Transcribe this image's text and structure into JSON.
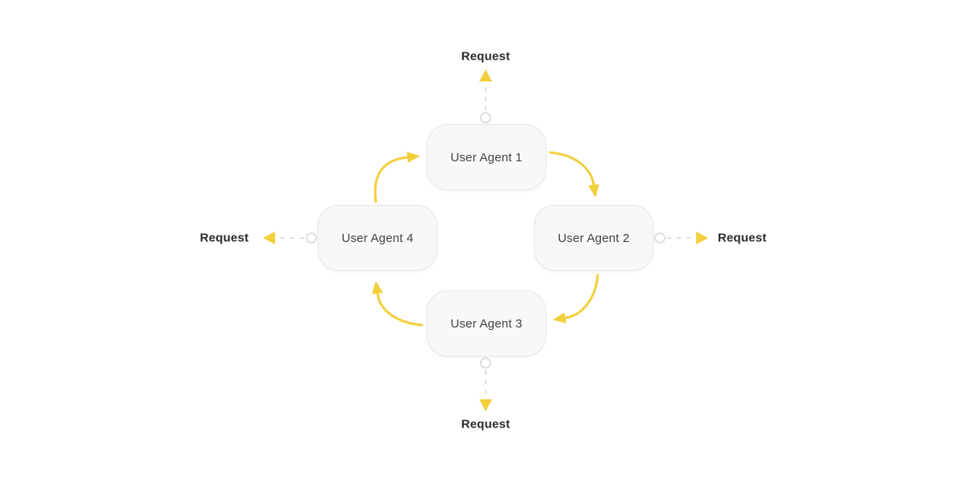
{
  "colors": {
    "canvas_bg": "#ffffff",
    "node_fill": "#f8f8f8",
    "node_border": "#e6e6e6",
    "node_text": "#424242",
    "request_text": "#2a2a2a",
    "flow_yellow": "#f2cf3d",
    "dash_gray": "#dedede",
    "endpoint_stroke": "#e0e0e0",
    "endpoint_fill": "#ffffff"
  },
  "diagram": {
    "type": "agent-cycle-flow",
    "nodes": [
      {
        "label": "User Agent 1"
      },
      {
        "label": "User Agent 2"
      },
      {
        "label": "User Agent 3"
      },
      {
        "label": "User Agent 4"
      }
    ],
    "flow_edges": [
      {
        "from": "User Agent 1",
        "to": "User Agent 2"
      },
      {
        "from": "User Agent 2",
        "to": "User Agent 3"
      },
      {
        "from": "User Agent 3",
        "to": "User Agent 4"
      },
      {
        "from": "User Agent 4",
        "to": "User Agent 1"
      }
    ],
    "request_arrows": [
      {
        "position": "top",
        "from": "User Agent 1",
        "label": "Request",
        "direction": "outgoing"
      },
      {
        "position": "right",
        "from": "User Agent 2",
        "label": "Request",
        "direction": "outgoing"
      },
      {
        "position": "bottom",
        "from": "User Agent 3",
        "label": "Request",
        "direction": "outgoing"
      },
      {
        "position": "left",
        "from": "User Agent 4",
        "label": "Request",
        "direction": "outgoing"
      }
    ],
    "request_labels": {
      "top": "Request",
      "right": "Request",
      "bottom": "Request",
      "left": "Request"
    }
  }
}
